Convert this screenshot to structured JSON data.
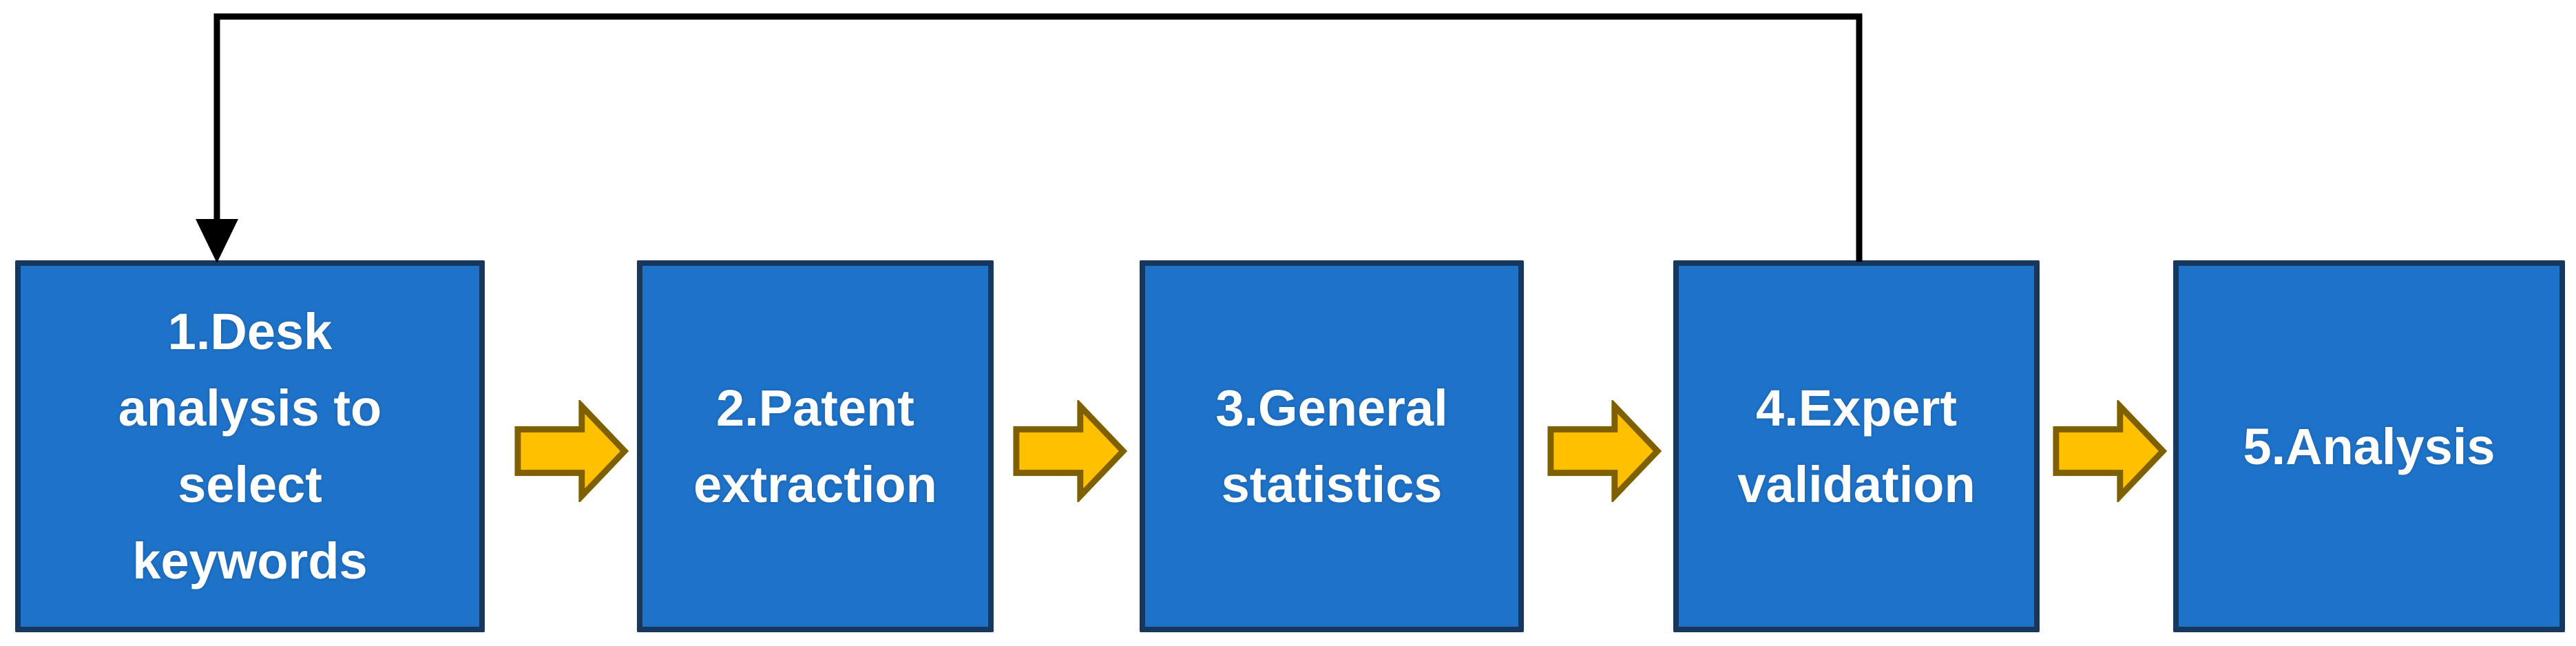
{
  "diagram": {
    "type": "process-flowchart",
    "description": "Five-step horizontal process flow with forward arrows and a feedback loop from step 4 back to step 1"
  },
  "colors": {
    "box_fill": "#1e72c8",
    "box_border": "#17375e",
    "arrow_fill": "#ffc000",
    "arrow_border": "#7f6000",
    "feedback_line": "#000000",
    "text_color": "#ffffff",
    "bg": "#ffffff"
  },
  "steps": [
    {
      "id": 1,
      "label": "1.Desk\nanalysis to\nselect\nkeywords"
    },
    {
      "id": 2,
      "label": "2.Patent\nextraction"
    },
    {
      "id": 3,
      "label": "3.General\nstatistics"
    },
    {
      "id": 4,
      "label": "4.Expert\nvalidation"
    },
    {
      "id": 5,
      "label": "5.Analysis"
    }
  ],
  "connections": {
    "forward": [
      {
        "from": 1,
        "to": 2
      },
      {
        "from": 2,
        "to": 3
      },
      {
        "from": 3,
        "to": 4
      },
      {
        "from": 4,
        "to": 5
      }
    ],
    "feedback": {
      "from": 4,
      "to": 1
    }
  }
}
